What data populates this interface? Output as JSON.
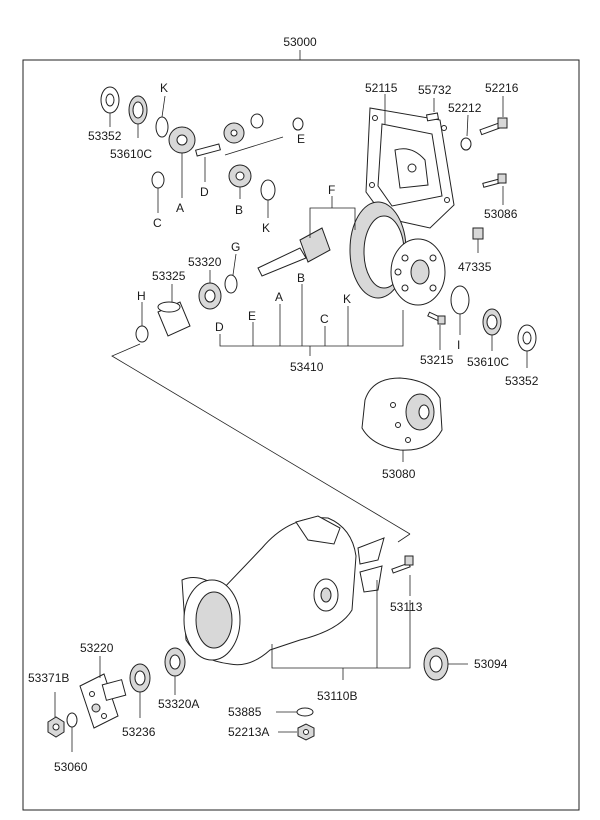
{
  "title_part_number": "53000",
  "labels": {
    "p53352a": "53352",
    "p53610Ca": "53610C",
    "kTop": "K",
    "eTop": "E",
    "cTop": "C",
    "aTop": "A",
    "dTop": "D",
    "bTop": "B",
    "kMid": "K",
    "p52115": "52115",
    "p55732": "55732",
    "p52216": "52216",
    "p52212": "52212",
    "p53086": "53086",
    "fLetter": "F",
    "gLetter": "G",
    "p53320": "53320",
    "p53325": "53325",
    "hLetter": "H",
    "bMid": "B",
    "aMid": "A",
    "eMid": "E",
    "dMid": "D",
    "cMid": "C",
    "kMid2": "K",
    "p53410": "53410",
    "p47335": "47335",
    "iLetter": "I",
    "p53215": "53215",
    "p53610Cb": "53610C",
    "p53352b": "53352",
    "p53080": "53080",
    "p53113": "53113",
    "p53220": "53220",
    "p53371B": "53371B",
    "p53236": "53236",
    "p53320A": "53320A",
    "p53110B": "53110B",
    "p53094": "53094",
    "p53885": "53885",
    "p52213A": "52213A",
    "p53060": "53060"
  }
}
